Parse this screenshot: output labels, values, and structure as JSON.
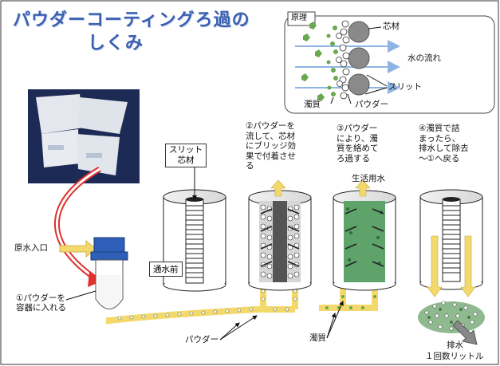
{
  "title": {
    "line1": "パウダーコーティングろ過の",
    "line2": "しくみ"
  },
  "principle": {
    "label": "原理",
    "core": "芯材",
    "flow": "水の流れ",
    "slit": "スリット",
    "impurity": "濁質",
    "powder": "パウダー"
  },
  "steps": {
    "step1": {
      "line1": "①パウダーを",
      "line2": "容器に入れる"
    },
    "step2": {
      "line1": "②パウダーを",
      "line2": "流して、芯材",
      "line3": "にブリッジ効",
      "line4": "果で付着させ",
      "line5": "る"
    },
    "step3": {
      "line1": "③パウダー",
      "line2": "により、濁",
      "line3": "質を絡めて",
      "line4": "ろ過する"
    },
    "step4": {
      "line1": "④濁質で詰",
      "line2": "まったら、",
      "line3": "排水して除去",
      "line4": "～①へ戻る"
    }
  },
  "labels": {
    "raw_water_inlet": "原水入口",
    "slit": "スリット",
    "core": "芯材",
    "before_water": "通水前",
    "domestic_water": "生活用水",
    "powder": "パウダー",
    "impurity": "濁質",
    "drain": "排水",
    "drain_volume": "１回数リットル"
  },
  "colors": {
    "title": "#3a5fb0",
    "powder_green": "#6aa84f",
    "filtered_green": "#5ea36a",
    "flow_yellow": "#f3d86b",
    "arrow_red": "#e03030",
    "container_blue": "#2f5fb8",
    "flow_arrow_blue": "#8eb4e3"
  }
}
